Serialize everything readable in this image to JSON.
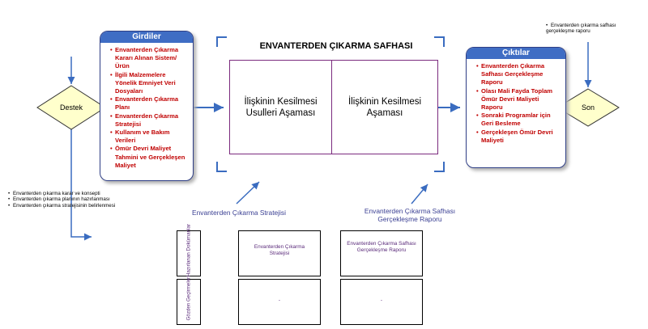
{
  "inputs": {
    "title": "Girdiler",
    "items": [
      "Envanterden Çıkarma Kararı Alınan Sistem/ Ürün",
      "İlgili Malzemelere Yönelik Emniyet Veri Dosyaları",
      "Envanterden Çıkarma Planı",
      "Envanterden Çıkarma Stratejisi",
      "Kullanım ve Bakım Verileri",
      "Ömür Devri Maliyet Tahmini ve Gerçekleşen Maliyet"
    ]
  },
  "outputs": {
    "title": "Çıktılar",
    "items": [
      "Envanterden Çıkarma Safhası Gerçekleşme Raporu",
      "Olası Mali Fayda Toplam Ömür Devri Maliyeti Raporu",
      "Sonraki Programlar için Geri Besleme",
      "Gerçekleşen Ömür Devri Maliyeti"
    ]
  },
  "support": {
    "label": "Destek"
  },
  "end": {
    "label": "Son"
  },
  "phase": {
    "title": "ENVANTERDEN ÇIKARMA SAFHASI",
    "stage1": "İlişkinin Kesilmesi Usulleri Aşaması",
    "stage2": "İlişkinin Kesilmesi Aşaması"
  },
  "left_notes": [
    "Envanterden çıkarma karar ve konsepti",
    "Envanterden çıkarma planının hazırlanması",
    "Envanterden çıkarma stratejisinin belirlenmesi"
  ],
  "top_right_note": "Envanterden çıkarma safhası gerçekleşme raporu",
  "deliverables": {
    "strategy_label": "Envanterden Çıkarma Stratejisi",
    "report_label": "Envanterden Çıkarma Safhası Gerçekleşme Raporu"
  },
  "table": {
    "row_labels": [
      "Hazırlanan Dokümanlar",
      "Gözden Geçirmeler"
    ],
    "prepared": [
      "Envanterden Çıkarma Stratejisi",
      "Envanterden Çıkarma Safhası Gerçekleşme Raporu"
    ],
    "reviews": [
      "-",
      "-"
    ]
  }
}
